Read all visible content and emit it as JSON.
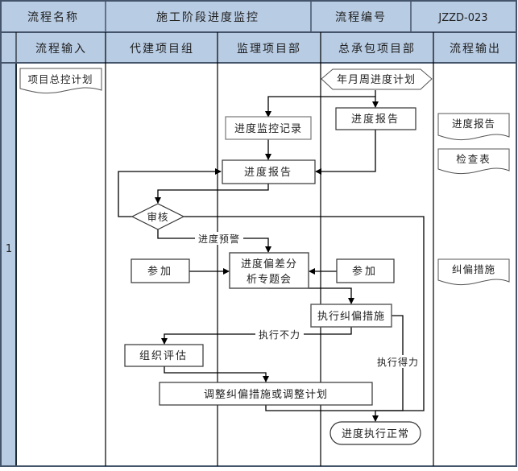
{
  "header": {
    "name_label": "流程名称",
    "name_value": "施工阶段进度监控",
    "code_label": "流程编号",
    "code_value": "JZZD-023"
  },
  "columns": [
    "流程输入",
    "代建项目组",
    "监理项目部",
    "总承包项目部",
    "流程输出"
  ],
  "row_number": "1",
  "colors": {
    "header_fill": "#b8cce4",
    "border": "#44546a",
    "line": "#000000"
  },
  "nodes": {
    "input_doc": "项目总控计划",
    "plan_hex": "年月周进度计划",
    "contractor_report": "进度报告",
    "monitor_record": "进度监控记录",
    "supervisor_report": "进度报告",
    "review": "审核",
    "meeting_line1": "进度偏差分",
    "meeting_line2": "析专题会",
    "join_left": "参加",
    "join_right": "参加",
    "execute": "执行纠偏措施",
    "evaluate": "组织评估",
    "adjust": "调整纠偏措施或调整计划",
    "normal": "进度执行正常"
  },
  "edge_labels": {
    "warning": "进度预警",
    "poor": "执行不力",
    "good": "执行得力"
  },
  "outputs": [
    "进度报告",
    "检查表",
    "纠偏措施"
  ]
}
